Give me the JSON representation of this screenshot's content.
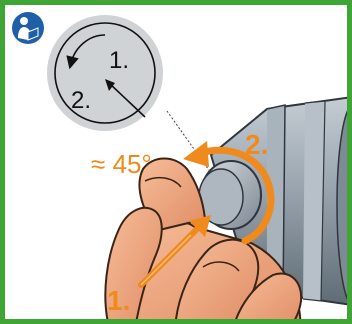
{
  "figure": {
    "inset": {
      "step1_label": "1.",
      "step2_label": "2."
    },
    "angle_label": "≈ 45°",
    "step2_label": "2.",
    "step1_label": "1."
  },
  "icons": {
    "badge": "read-manual-icon",
    "inset_arrows": "rotation-arrow-icon"
  },
  "colors": {
    "frame": "#3fa535",
    "accent": "#f08a1c",
    "badge": "#1f5fa8",
    "skin": "#f2a77e",
    "tool_body": "#8e99a3"
  }
}
